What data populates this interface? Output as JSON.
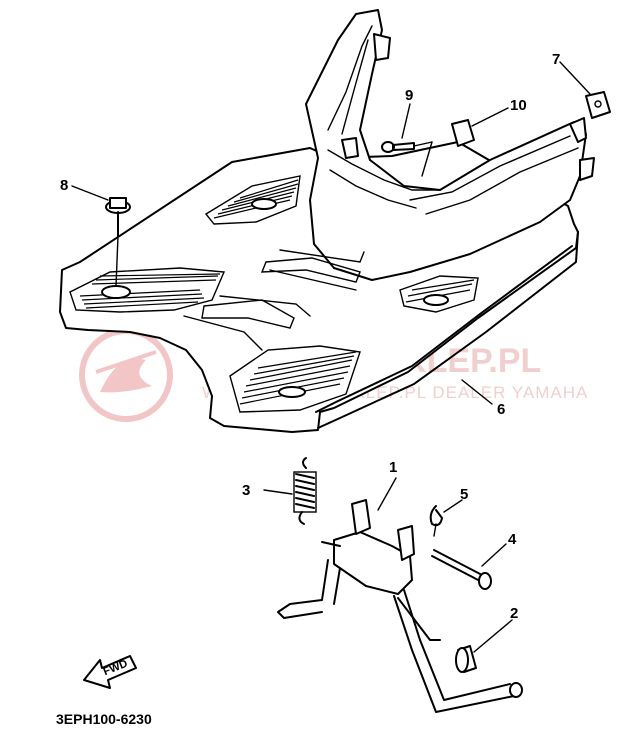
{
  "diagram": {
    "callouts": [
      {
        "id": "1",
        "label": "1"
      },
      {
        "id": "2",
        "label": "2"
      },
      {
        "id": "3",
        "label": "3"
      },
      {
        "id": "4",
        "label": "4"
      },
      {
        "id": "5",
        "label": "5"
      },
      {
        "id": "6",
        "label": "6"
      },
      {
        "id": "7",
        "label": "7"
      },
      {
        "id": "8",
        "label": "8"
      },
      {
        "id": "9",
        "label": "9"
      },
      {
        "id": "10",
        "label": "10"
      }
    ],
    "part_code": "3EPH100-6230",
    "fwd_label": "FWD"
  },
  "watermark": {
    "line1": "YAMAHA-SKLEP.PL",
    "line2": "WWW.YAMAHA-SKLEP.PL DEALER YAMAHA"
  }
}
